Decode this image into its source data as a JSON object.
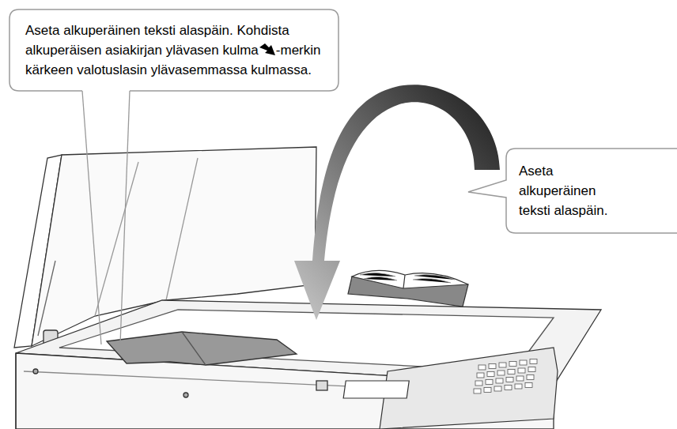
{
  "diagram": {
    "nodes": [
      {
        "text": [
          "Aseta alkuperäinen teksti alaspäin. Kohdista alkuperäisen asiakirjan ylävasen kulma",
          "-merkin kärkeen valotuslasin ylävasemmassa kulmassa."
        ]
      },
      {
        "text": [
          "Aseta alkuperäinen teksti alaspäin."
        ]
      }
    ],
    "edges": []
  }
}
